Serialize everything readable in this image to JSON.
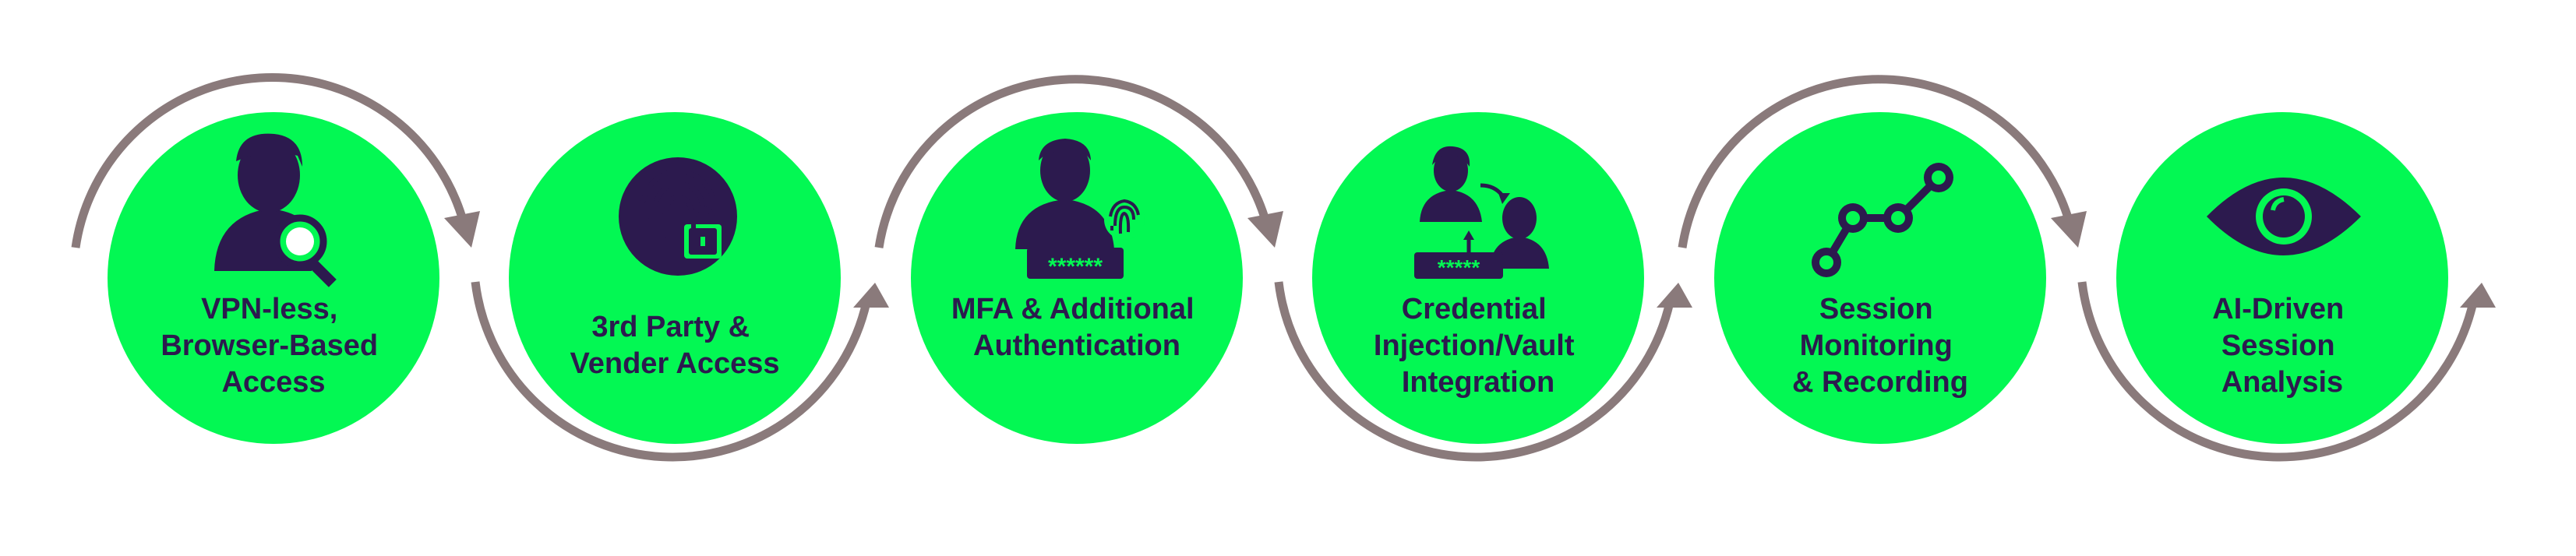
{
  "steps": [
    {
      "lines": [
        "VPN-less,",
        "Browser-Based",
        "Access"
      ],
      "icon": "user-search-icon"
    },
    {
      "lines": [
        "3rd Party &",
        "Vender Access"
      ],
      "icon": "fingerprint-lock-icon"
    },
    {
      "lines": [
        "MFA & Additional",
        "Authentication"
      ],
      "icon": "user-fingerprint-password-icon"
    },
    {
      "lines": [
        "Credential",
        "Injection/Vault",
        "Integration"
      ],
      "icon": "credential-transfer-icon"
    },
    {
      "lines": [
        "Session",
        "Monitoring",
        "& Recording"
      ],
      "icon": "node-chain-icon"
    },
    {
      "lines": [
        "AI-Driven",
        "Session",
        "Analysis"
      ],
      "icon": "eye-icon"
    }
  ],
  "icon_glyphs": {
    "password_mask": "******",
    "vault_mask": "*****"
  },
  "colors": {
    "circle": "#03f853",
    "arc": "#8a7a7b",
    "ink": "#2c1a4e",
    "background": "#ffffff"
  }
}
